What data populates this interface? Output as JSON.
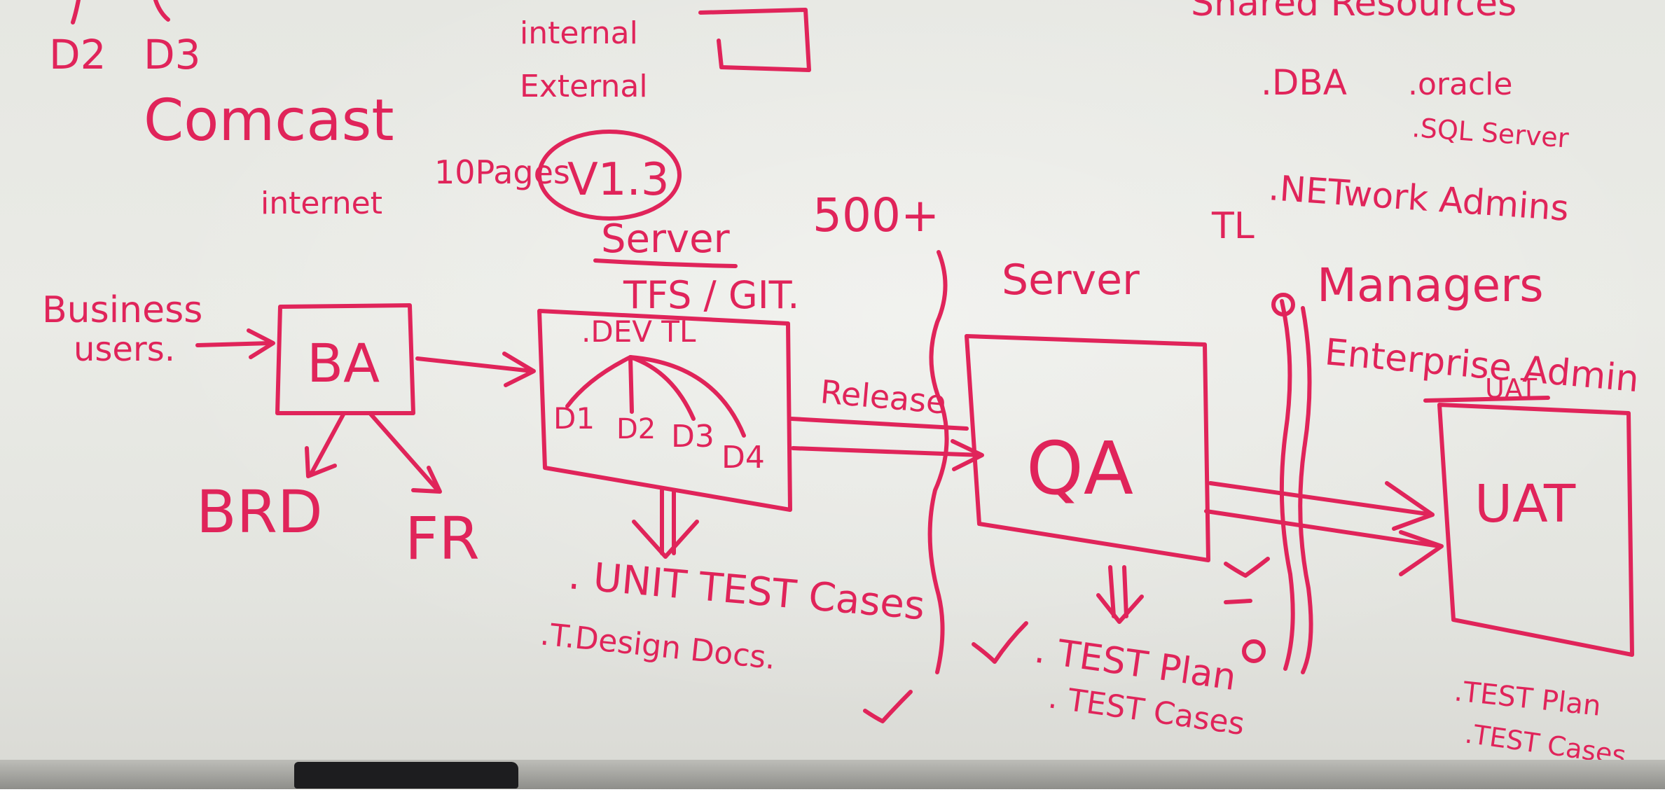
{
  "board": {
    "ink_color": "#e0245a",
    "labels": {
      "d2_top": "D2",
      "d3_top": "D3",
      "comcast": "Comcast",
      "internet": "internet",
      "internal": "internal",
      "external": "External",
      "ten_pages": "10Pages",
      "version": "V1.3",
      "server_top": "Server",
      "tfs_git": "TFS / GIT.",
      "business": "Business",
      "users": "users.",
      "ba": "BA",
      "brd": "BRD",
      "fr": "FR",
      "dev_tl": ".DEV TL",
      "d1": "D1",
      "d2": "D2",
      "d3": "D3",
      "d4": "D4",
      "unit_test": ". UNIT TEST Cases",
      "design_docs": ".T.Design Docs.",
      "count": "500+",
      "release": "Release",
      "server_qa": "Server",
      "qa": "QA",
      "test_plan_qa": ". TEST Plan",
      "test_cases_qa": ". TEST Cases",
      "tl": "TL",
      "shared": "Shared Resources",
      "dba": ".DBA",
      "oracle": ".oracle",
      "sql": ".SQL Server",
      "network": ".NETwork Admins",
      "managers": "Managers",
      "enterprise": "Enterprise Admin",
      "uat_top": "UAT",
      "uat": "UAT",
      "test_plan_uat": ".TEST Plan",
      "test_cases_uat": ".TEST Cases"
    }
  }
}
